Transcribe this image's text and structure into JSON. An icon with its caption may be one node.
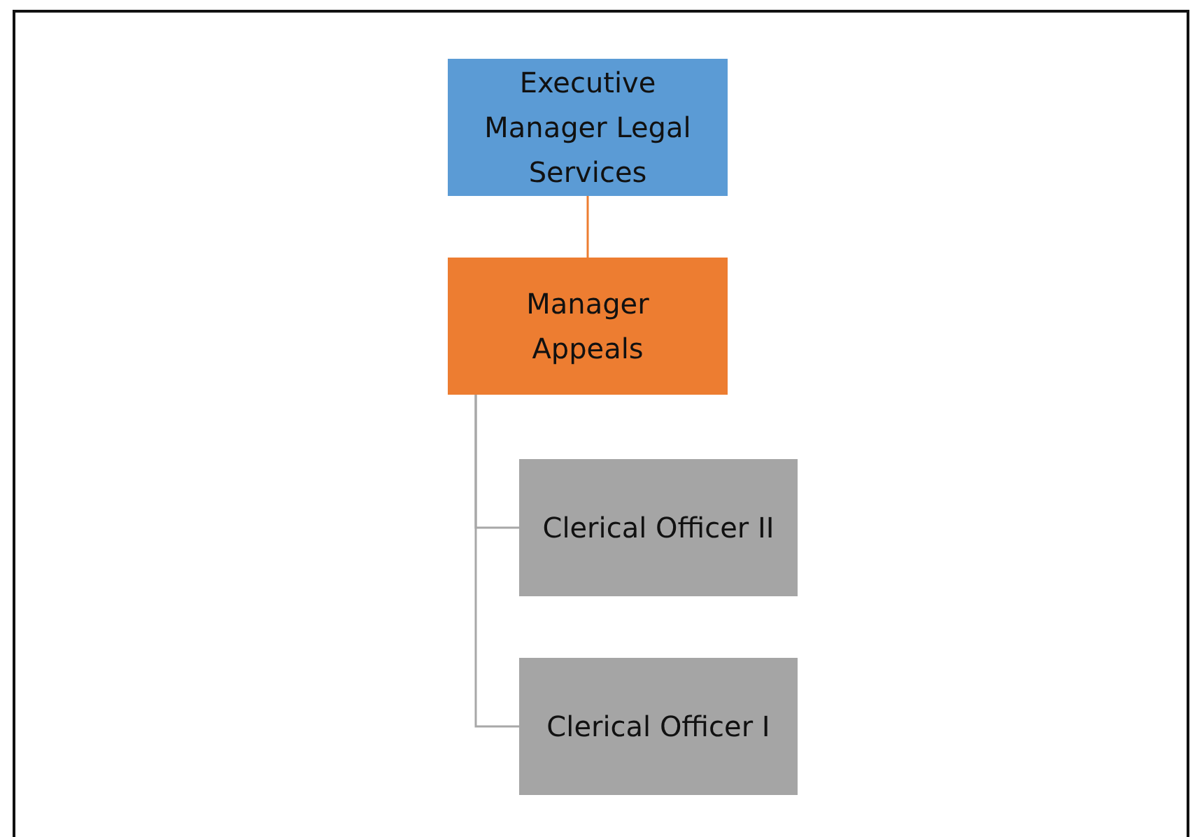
{
  "diagram": {
    "nodes": [
      {
        "text": [
          "Executive Manager Legal Services"
        ]
      },
      {
        "text": [
          "Manager Appeals"
        ]
      },
      {
        "text": [
          "Clerical Officer II"
        ]
      },
      {
        "text": [
          "Clerical Officer I"
        ]
      }
    ],
    "edges": [
      {
        "from": 0,
        "to": 1,
        "arrow": "none",
        "color": "#ed7d31"
      },
      {
        "from": 1,
        "to": 2,
        "arrow": "none"
      },
      {
        "from": 1,
        "to": 3,
        "arrow": "none"
      }
    ]
  }
}
